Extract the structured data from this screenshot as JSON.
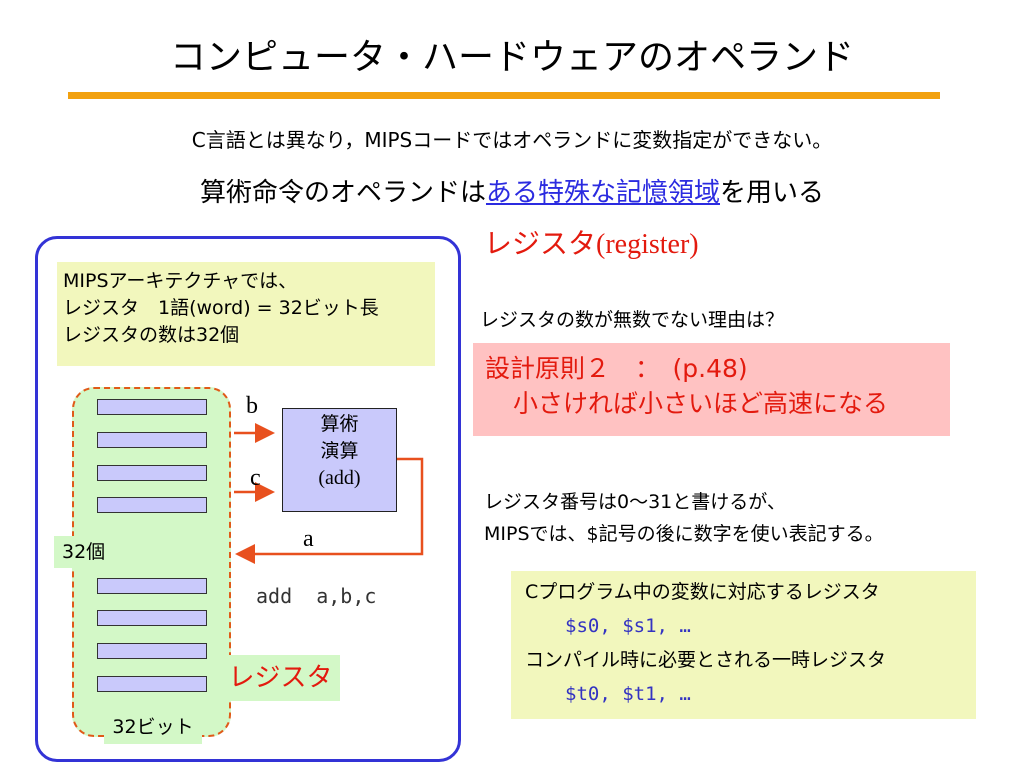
{
  "title": "コンピュータ・ハードウェアのオペランド",
  "intro": "C言語とは異なり，MIPSコードではオペランドに変数指定ができない。",
  "subtitle": {
    "before": "算術命令のオペランドは",
    "link": "ある特殊な記憶領域",
    "after": "を用いる"
  },
  "register_label": {
    "jp": "レジスタ",
    "en": "(register)"
  },
  "mips_note": [
    "MIPSアーキテクチャでは、",
    "レジスタ　1語(word) = 32ビット長",
    "レジスタの数は32個"
  ],
  "diagram": {
    "register_count": "32個",
    "register_width": "32ビット",
    "register_tag": "レジスタ",
    "alu_line1": "算術",
    "alu_line2": "演算",
    "alu_line3": "(add)",
    "input_b": "b",
    "input_c": "c",
    "output_a": "a",
    "code": "add  a,b,c",
    "arrow_color": "#e8501e"
  },
  "question": "レジスタの数が無数でない理由は？",
  "principle": {
    "line1": "設計原則２　：　(p.48)",
    "line2": "小さければ小さいほど高速になる"
  },
  "numbering": [
    "レジスタ番号は0〜31と書けるが、",
    "MIPSでは、$記号の後に数字を使い表記する。"
  ],
  "conventions": {
    "c_vars_label": "Cプログラム中の変数に対応するレジスタ",
    "c_vars_regs": "$s0, $s1, …",
    "temp_label": "コンパイル時に必要とされる一時レジスタ",
    "temp_regs": "$t0, $t1, …"
  }
}
